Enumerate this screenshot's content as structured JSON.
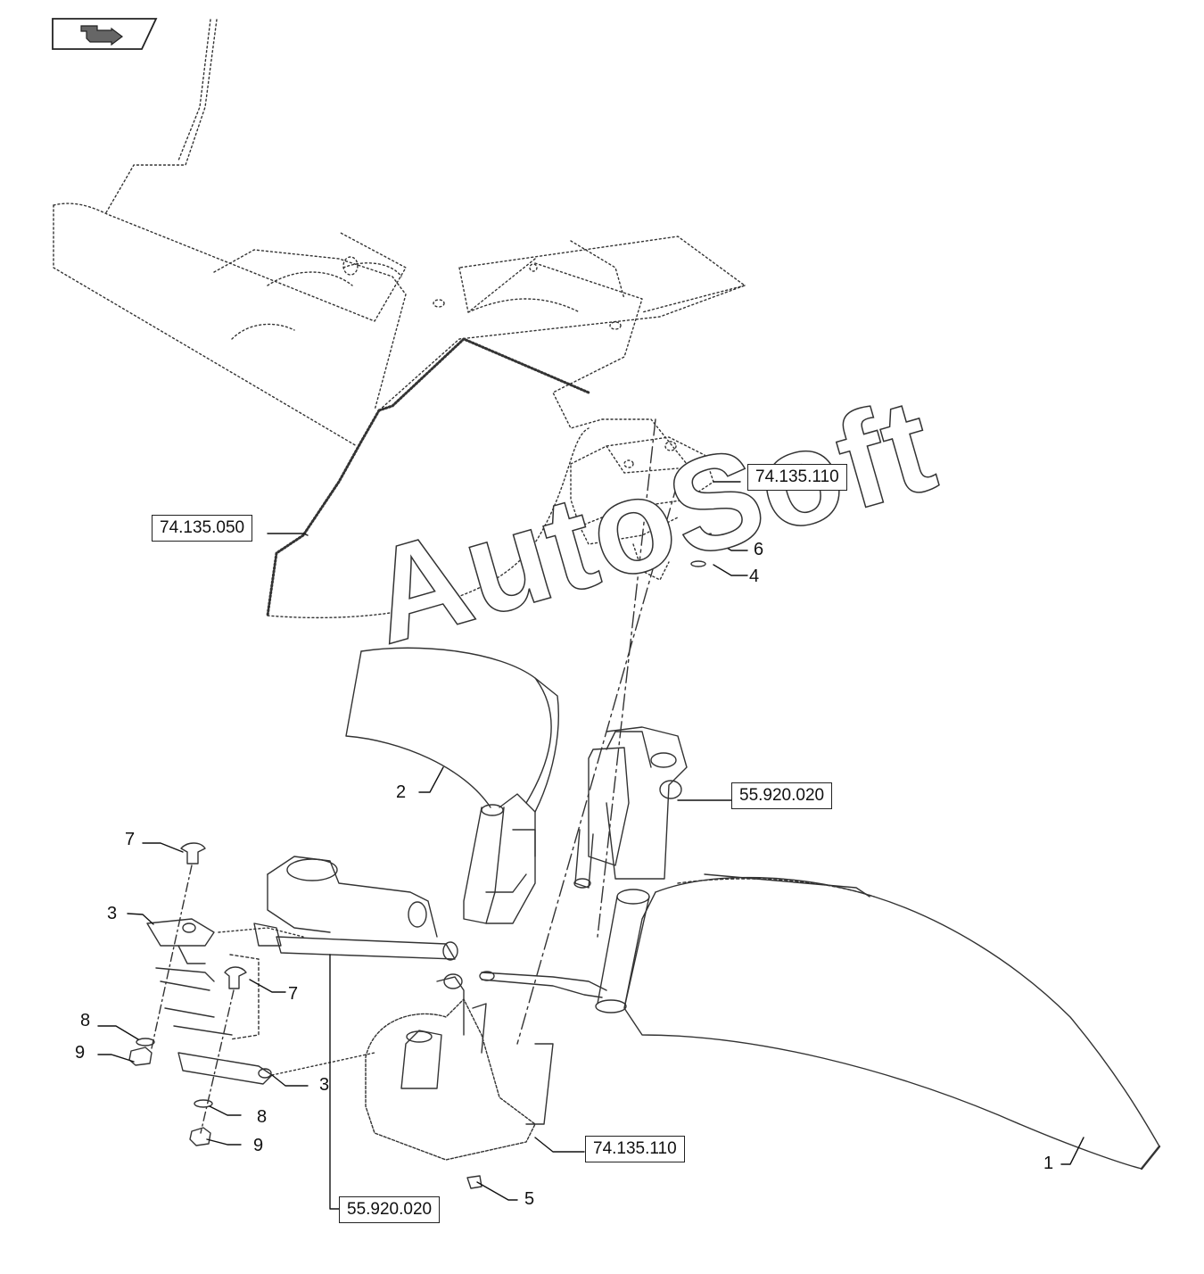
{
  "watermark": "AutoSoft",
  "references": {
    "ref_top_right": "74.135.110",
    "ref_left": "74.135.050",
    "ref_cylinder_right": "55.920.020",
    "ref_bottom_bracket": "74.135.110",
    "ref_bottom_cylinder": "55.920.020"
  },
  "callouts": {
    "p1": "1",
    "p2": "2",
    "p3_upper": "3",
    "p3_lower": "3",
    "p4": "4",
    "p5": "5",
    "p6": "6",
    "p7_upper": "7",
    "p7_lower": "7",
    "p8_upper": "8",
    "p8_lower": "8",
    "p9_upper": "9",
    "p9_lower": "9"
  },
  "icons": {
    "nav": "arrow-back-icon"
  }
}
